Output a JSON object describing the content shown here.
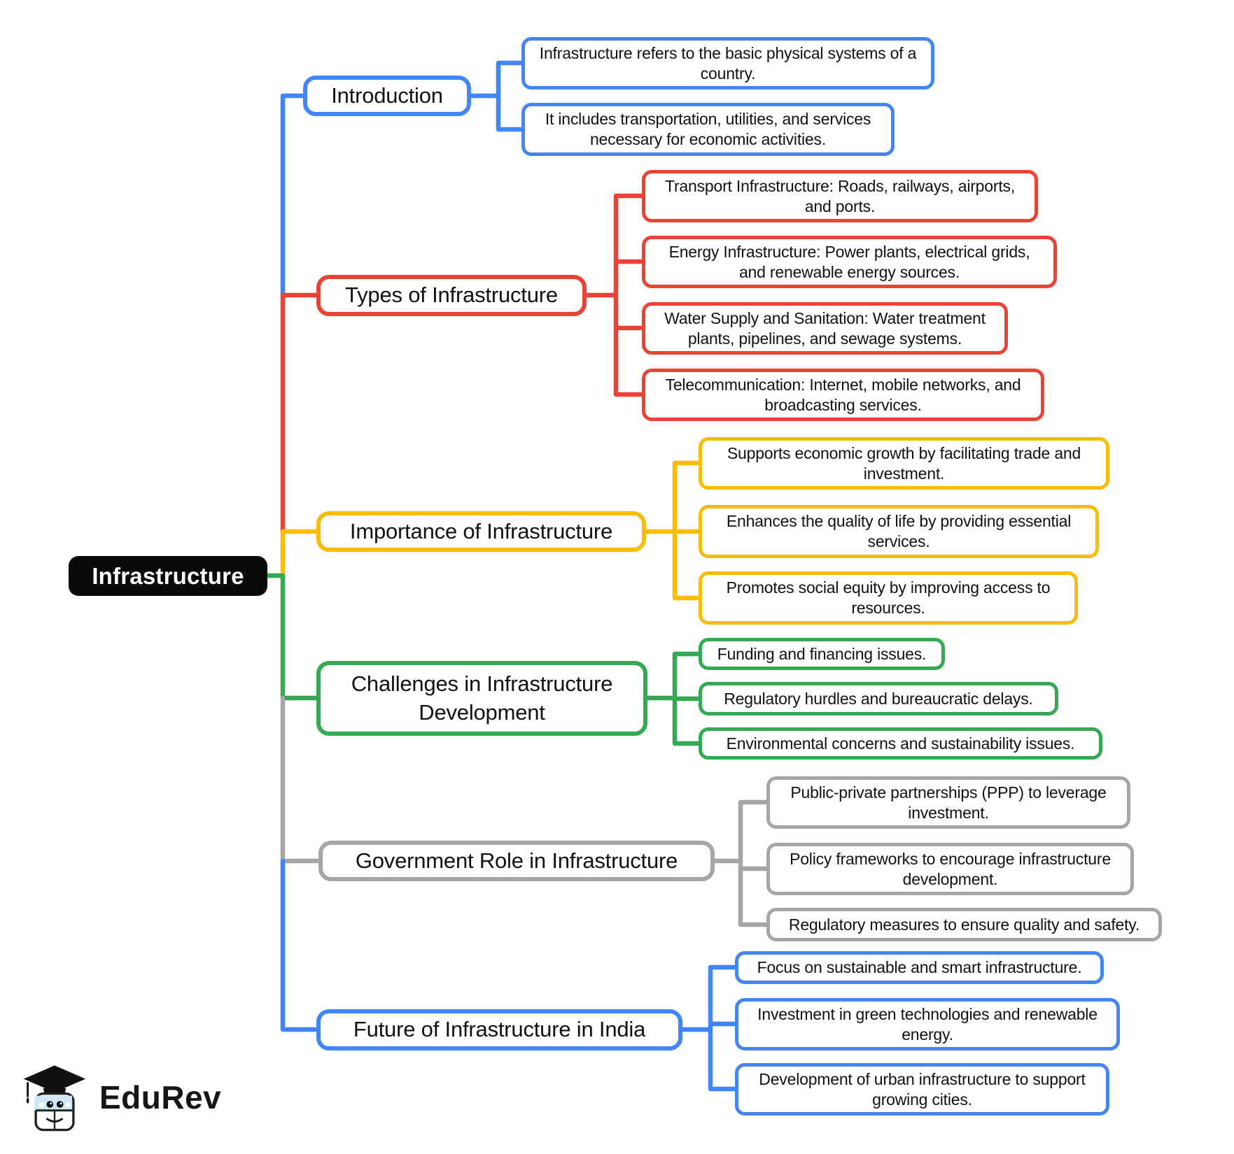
{
  "root": {
    "label": "Infrastructure",
    "color": "#0A0A0A"
  },
  "branches": [
    {
      "label": "Introduction",
      "color": "#4285F4",
      "leaves": [
        {
          "label": "Infrastructure refers to the basic physical systems of a country."
        },
        {
          "label": "It includes transportation, utilities, and services necessary for economic activities."
        }
      ]
    },
    {
      "label": "Types of Infrastructure",
      "color": "#EA4335",
      "leaves": [
        {
          "label": "Transport Infrastructure: Roads, railways, airports, and ports."
        },
        {
          "label": "Energy Infrastructure: Power plants, electrical grids, and renewable energy sources."
        },
        {
          "label": "Water Supply and Sanitation: Water treatment plants, pipelines, and sewage systems."
        },
        {
          "label": "Telecommunication: Internet, mobile networks, and broadcasting services."
        }
      ]
    },
    {
      "label": "Importance of Infrastructure",
      "color": "#FBBC05",
      "leaves": [
        {
          "label": "Supports economic growth by facilitating trade and investment."
        },
        {
          "label": "Enhances the quality of life by providing essential services."
        },
        {
          "label": "Promotes social equity by improving access to resources."
        }
      ]
    },
    {
      "label": "Challenges in Infrastructure Development",
      "color": "#34A853",
      "leaves": [
        {
          "label": "Funding and financing issues."
        },
        {
          "label": "Regulatory hurdles and bureaucratic delays."
        },
        {
          "label": "Environmental concerns and sustainability issues."
        }
      ]
    },
    {
      "label": "Government Role in Infrastructure",
      "color": "#A6A6A6",
      "leaves": [
        {
          "label": "Public-private partnerships (PPP) to leverage investment."
        },
        {
          "label": "Policy frameworks to encourage infrastructure development."
        },
        {
          "label": "Regulatory measures to ensure quality and safety."
        }
      ]
    },
    {
      "label": "Future of Infrastructure in India",
      "color": "#4285F4",
      "leaves": [
        {
          "label": "Focus on sustainable and smart infrastructure."
        },
        {
          "label": "Investment in green technologies and renewable energy."
        },
        {
          "label": "Development of urban infrastructure to support growing cities."
        }
      ]
    }
  ],
  "logo": {
    "text": "EduRev"
  }
}
